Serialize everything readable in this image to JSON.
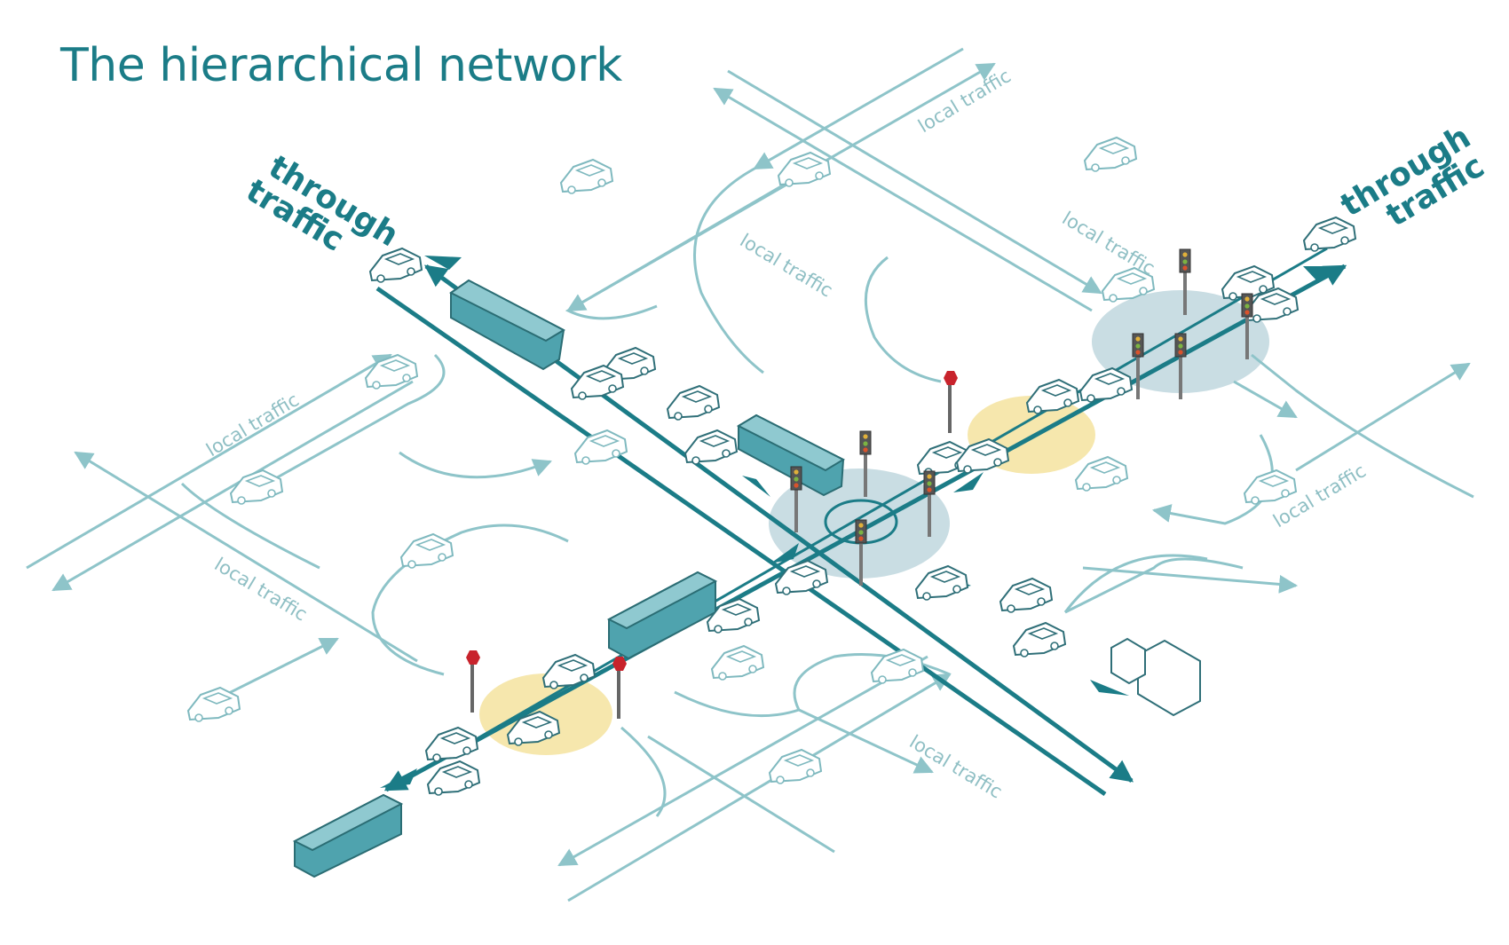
{
  "title": "The hierarchical network",
  "labels": {
    "through_nw": [
      "through",
      "traffic"
    ],
    "through_ne": [
      "through",
      "traffic"
    ],
    "local_traffic": "local traffic"
  },
  "colors": {
    "main_road": "#1b7c87",
    "local_road": "#8ec4c9",
    "vehicle_fill": "#4fa3ae",
    "junction_blue": "#c9dde3",
    "junction_yellow": "#f6e7ad",
    "stop_sign": "#c8232c"
  }
}
